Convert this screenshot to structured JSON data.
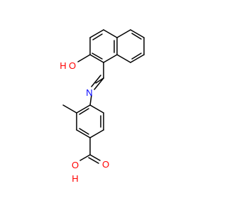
{
  "atoms": {
    "hydroxyl_naphthol": {
      "symbol": "O",
      "hydrogen": "H",
      "color": "#ff0000"
    },
    "imine_nitrogen": {
      "symbol": "N",
      "color": "#0000ff"
    },
    "carbonyl_oxygen": {
      "symbol": "O",
      "color": "#ff0000"
    },
    "carboxyl_hydroxyl": {
      "symbol": "O",
      "hydrogen": "H",
      "color": "#ff0000"
    }
  },
  "colors": {
    "bond": "#000000",
    "background": "#ffffff"
  }
}
